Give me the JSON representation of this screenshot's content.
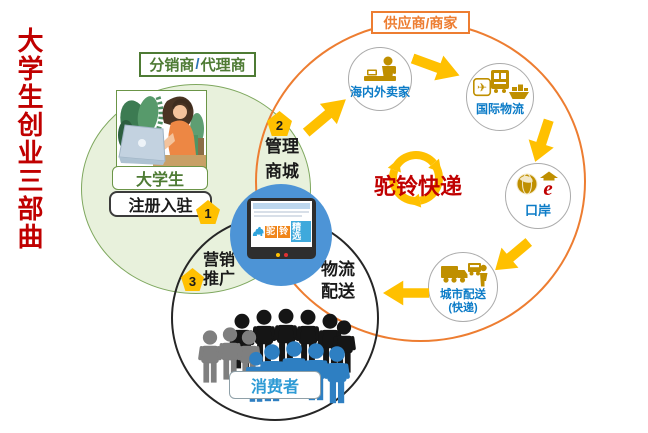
{
  "title": "大学生创业三部曲",
  "distributor": {
    "label_pre": "分销商",
    "label_slash": "/",
    "label_post": "代理商",
    "student": "大学生",
    "register": "注册入驻"
  },
  "supplier": {
    "label": "供应商/商家",
    "brand": "驼铃快递",
    "nodes": {
      "seller": "海内外卖家",
      "logistics": "国际物流",
      "customs": "口岸",
      "delivery_line1": "城市配送",
      "delivery_line2": "(快递)"
    }
  },
  "consumer": {
    "label": "消费者"
  },
  "steps": {
    "one": {
      "num": "1"
    },
    "two": {
      "num": "2",
      "line1": "管理",
      "line2": "商城"
    },
    "three": {
      "num": "3",
      "line1": "营销",
      "line2": "推广"
    }
  },
  "flow": {
    "delivery_line1": "物流",
    "delivery_line2": "配送"
  },
  "tablet": {
    "brand_a": "驼",
    "brand_b": "铃",
    "brand_c": "精选"
  },
  "icons": {
    "plane_glyph": "✈",
    "customs_e": "e"
  },
  "colors": {
    "accent_gold": "#FFC000",
    "brand_red": "#C00000",
    "green_text": "#4E7B34",
    "green_fill": "#E8F1DC",
    "orange": "#ED7D31",
    "blue_label": "#0B7BC7",
    "center_circle_blue": "#4D94D6",
    "crowd_black": "#151515",
    "crowd_gray": "#7F7F7F",
    "crowd_blue": "#2E7FC2"
  }
}
